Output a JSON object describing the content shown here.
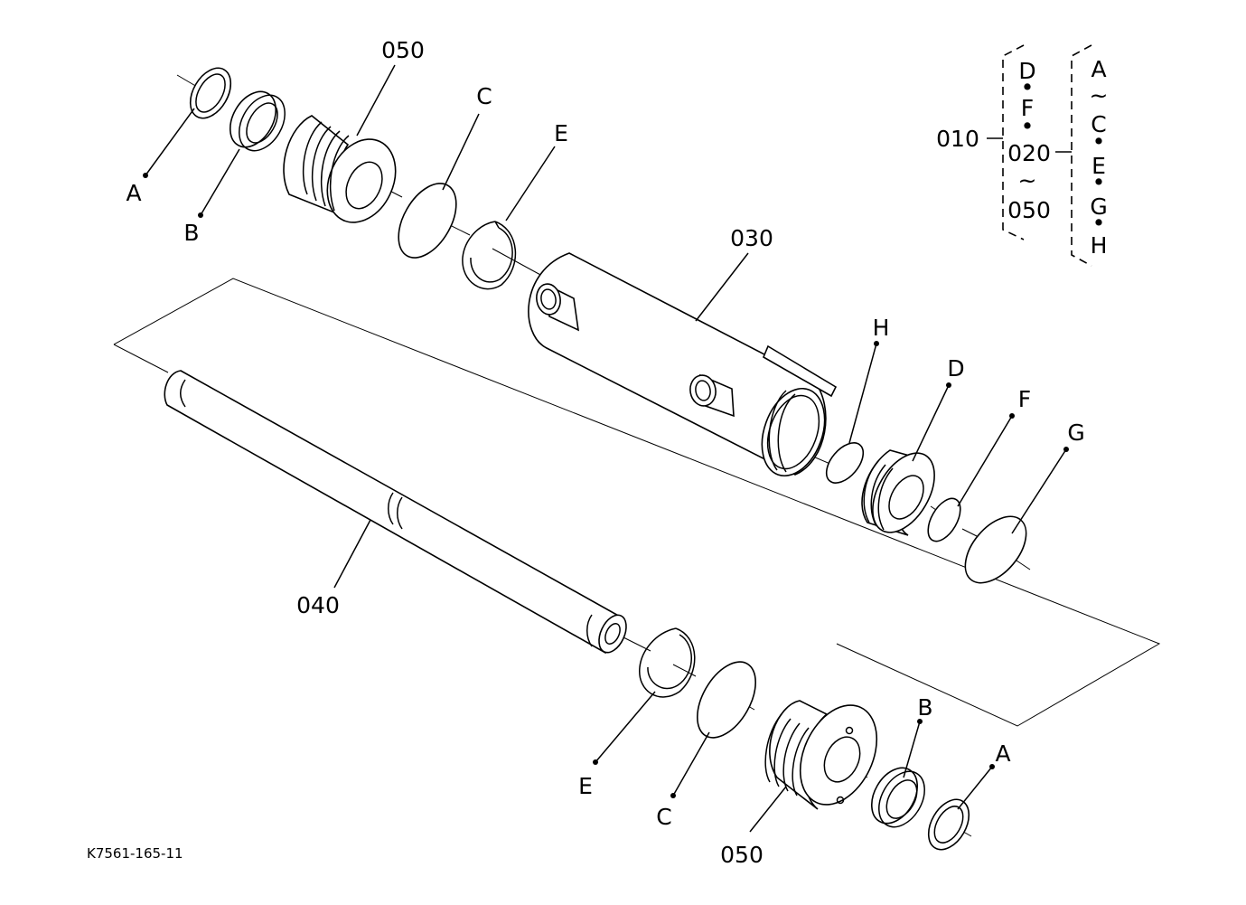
{
  "diagram": {
    "ref_code": "K7561-165-11",
    "part_labels": {
      "p050_top": "050",
      "p050_bottom": "050",
      "p030": "030",
      "p040": "040"
    },
    "item_labels": {
      "a_top": "A",
      "b_top": "B",
      "c_top": "C",
      "e_top": "E",
      "h": "H",
      "d": "D",
      "f": "F",
      "g": "G",
      "e_bottom": "E",
      "c_bottom": "C",
      "b_bottom": "B",
      "a_bottom": "A"
    },
    "kit_legend": {
      "assembly": "010",
      "col1": [
        "D",
        "•",
        "F",
        "•",
        "020",
        "~",
        "050"
      ],
      "col2": [
        "A",
        "~",
        "C",
        "•",
        "E",
        "•",
        "G",
        "•",
        "H"
      ]
    }
  }
}
